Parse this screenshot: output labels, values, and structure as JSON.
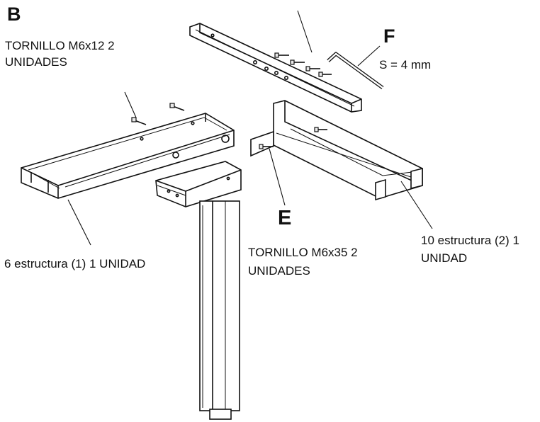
{
  "letters": {
    "b": "B",
    "f": "F",
    "e": "E"
  },
  "labels": {
    "screw_m6x12_line1": "TORNILLO M6x12 2",
    "screw_m6x12_line2": "UNIDADES",
    "wrench_size": "S = 4 mm",
    "frame2_line1": "10 estructura (2) 1",
    "frame2_line2": "UNIDAD",
    "frame1": "6 estructura (1) 1 UNIDAD",
    "screw_m6x35_line1": "TORNILLO M6x35 2",
    "screw_m6x35_line2": "UNIDADES"
  }
}
